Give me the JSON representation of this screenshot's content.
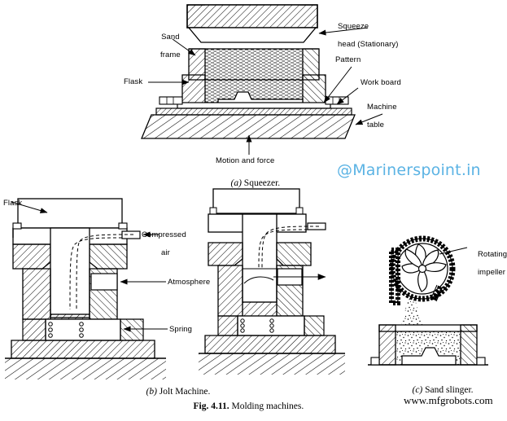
{
  "figure": {
    "number": "Fig. 4.11.",
    "title": "Molding machines.",
    "caption_full": "Fig. 4.11. Molding machines."
  },
  "watermark": {
    "handle": "@Marinerspoint.in",
    "color": "#5bb3e4"
  },
  "source_url": "www.mfgrobots.com",
  "panels": [
    {
      "id": "squeezer",
      "caption_letter": "(a)",
      "caption_text": "Squeezer.",
      "labels": [
        {
          "name": "squeeze-head",
          "line1": "Squeeze",
          "line2": "head (Stationary)"
        },
        {
          "name": "sand-frame",
          "line1": "Sand",
          "line2": "frame"
        },
        {
          "name": "flask",
          "line1": "Flask",
          "line2": ""
        },
        {
          "name": "pattern",
          "line1": "Pattern",
          "line2": ""
        },
        {
          "name": "work-board",
          "line1": "Work board",
          "line2": ""
        },
        {
          "name": "machine-table",
          "line1": "Machine",
          "line2": "table"
        },
        {
          "name": "motion-and-force",
          "line1": "Motion and force",
          "line2": ""
        }
      ]
    },
    {
      "id": "jolt-machine",
      "caption_letter": "(b)",
      "caption_text": "Jolt Machine.",
      "labels": [
        {
          "name": "flask",
          "line1": "Flask",
          "line2": ""
        },
        {
          "name": "compressed-air",
          "line1": "Compressed",
          "line2": "air"
        },
        {
          "name": "atmosphere",
          "line1": "Atmosphere",
          "line2": ""
        },
        {
          "name": "spring",
          "line1": "Spring",
          "line2": ""
        }
      ]
    },
    {
      "id": "sand-slinger",
      "caption_letter": "(c)",
      "caption_text": "Sand slinger.",
      "labels": [
        {
          "name": "rotating-impeller",
          "line1": "Rotating",
          "line2": "impeller"
        }
      ]
    }
  ],
  "text": {
    "squeeze_head_l1": "Squeeze",
    "squeeze_head_l2": "head (Stationary)",
    "sand_frame_l1": "Sand",
    "sand_frame_l2": "frame",
    "flask_a": "Flask",
    "pattern": "Pattern",
    "work_board": "Work board",
    "machine_table_l1": "Machine",
    "machine_table_l2": "table",
    "motion_force": "Motion and force",
    "cap_a_letter": "(a)",
    "cap_a_text": " Squeezer.",
    "flask_b": "Flask",
    "compressed_l1": "Compressed",
    "compressed_l2": "air",
    "atmosphere": "Atmosphere",
    "spring": "Spring",
    "cap_b_letter": "(b)",
    "cap_b_text": " Jolt Machine.",
    "rotating_l1": "Rotating",
    "rotating_l2": "impeller",
    "cap_c_letter": "(c)",
    "cap_c_text": " Sand slinger.",
    "fig_num": "Fig. 4.11.",
    "fig_title": " Molding machines.",
    "watermark": "@Marinerspoint.in",
    "url": "www.mfgrobots.com"
  }
}
